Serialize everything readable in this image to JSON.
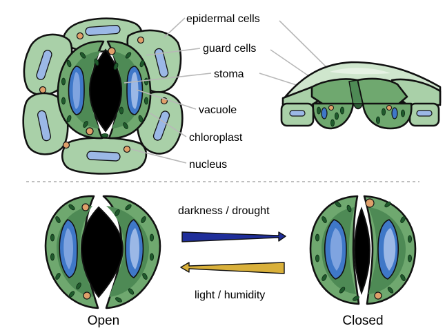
{
  "labels": {
    "epidermal_cells": "epidermal cells",
    "guard_cells": "guard cells",
    "stoma": "stoma",
    "vacuole": "vacuole",
    "chloroplast": "chloroplast",
    "nucleus": "nucleus"
  },
  "transitions": {
    "to_closed": "darkness / drought",
    "to_open": "light / humidity"
  },
  "states": {
    "open": "Open",
    "closed": "Closed"
  },
  "colors": {
    "epidermal_fill": "#a9d0a8",
    "guard_fill": "#6fa86f",
    "guard_inner": "#4e8a55",
    "chloroplast": "#1f5a2c",
    "vacuole": "#3f78c8",
    "vacuole_epidermal": "#9bb8e6",
    "nucleus": "#e0a06a",
    "pore": "#000000",
    "arrow_dark": "#1f2e9a",
    "arrow_light": "#d9b03a",
    "divider": "#999999"
  }
}
